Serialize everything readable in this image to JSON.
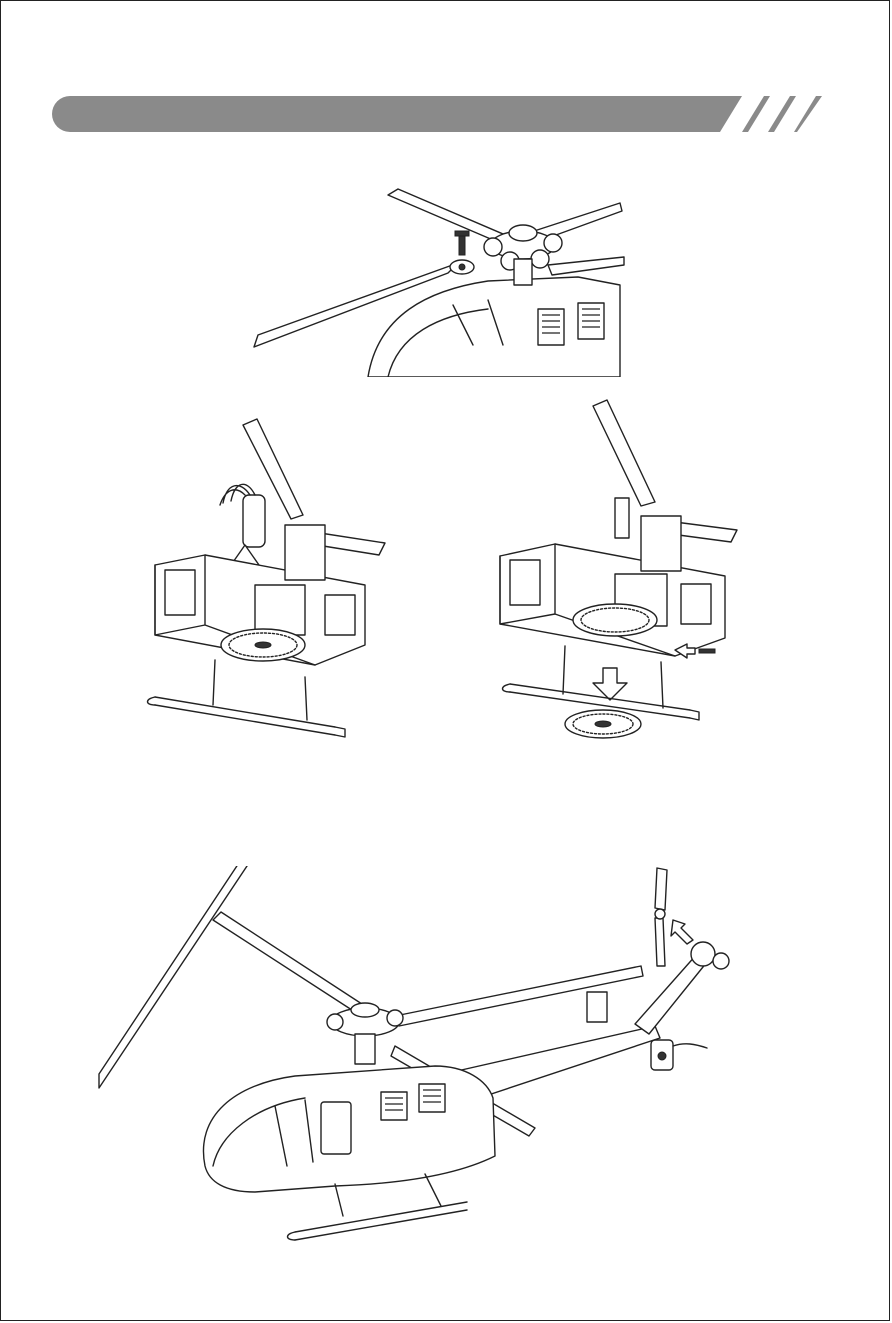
{
  "colors": {
    "header_bar": "#8a8a8a",
    "line_art": "#222222",
    "page": "#ffffff"
  },
  "header": {
    "text": ""
  },
  "figures": [
    {
      "id": "main-rotor-blade-screw",
      "icon": "helicopter-rotor-head-detail"
    },
    {
      "id": "motor-removal",
      "icon": "helicopter-frame-motor-up-arrow"
    },
    {
      "id": "main-gear-removal",
      "icon": "helicopter-frame-gear-down-arrow"
    },
    {
      "id": "tail-rotor-assembly",
      "icon": "helicopter-full-tail-rotor"
    }
  ]
}
